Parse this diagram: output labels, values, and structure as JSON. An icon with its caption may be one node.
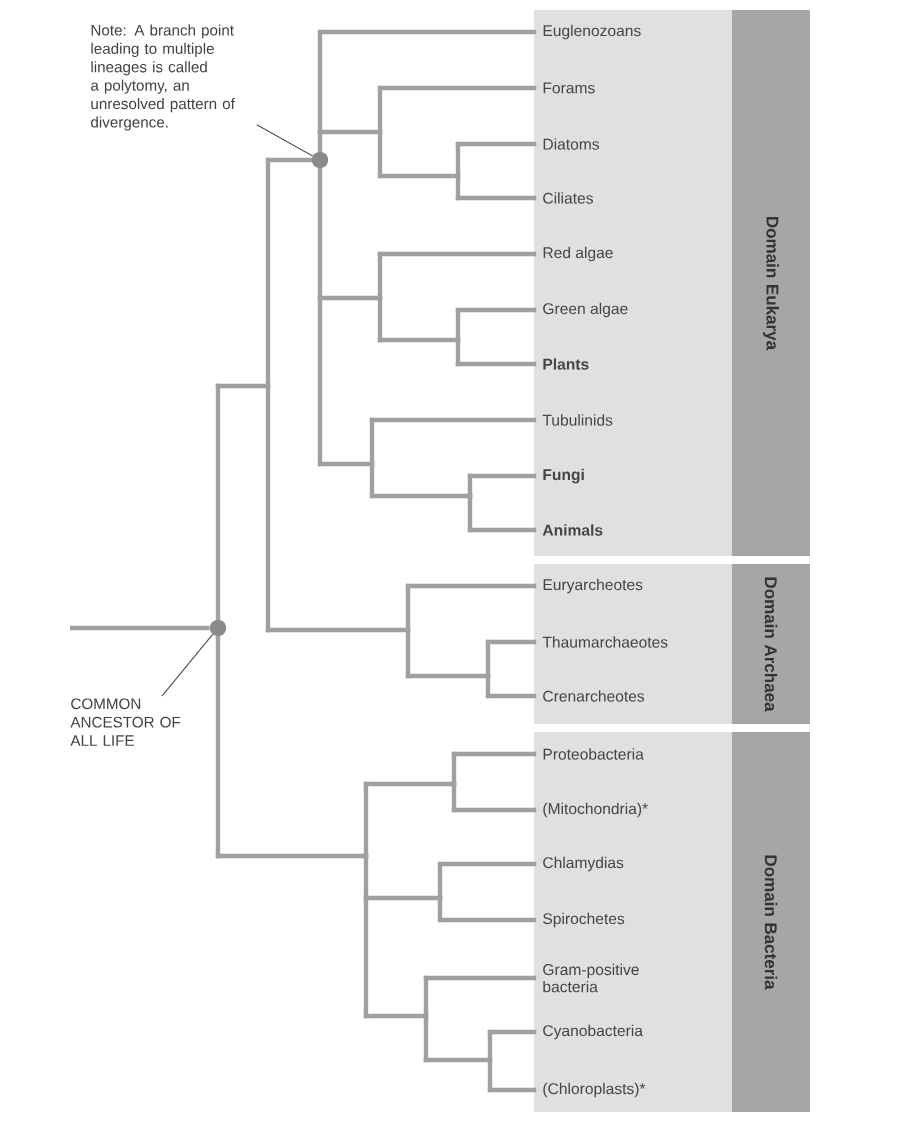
{
  "diagram": {
    "nodes": [
      {
        "text": [
          "Note: A branch point leading to multiple lineages is called a polytomy, an unresolved pattern of divergence."
        ]
      },
      {
        "text": [
          "Domain Eukarya"
        ]
      },
      {
        "text": [
          "Euglenozoans"
        ],
        "in": 1
      },
      {
        "text": [
          "Forams"
        ],
        "in": 1
      },
      {
        "text": [
          "Diatoms"
        ],
        "in": 1
      },
      {
        "text": [
          "Ciliates"
        ],
        "in": 1
      },
      {
        "text": [
          "Red algae"
        ],
        "in": 1
      },
      {
        "text": [
          "Green algae"
        ],
        "in": 1
      },
      {
        "text": [
          "Plants"
        ],
        "in": 1
      },
      {
        "text": [
          "Tubulinids"
        ],
        "in": 1
      },
      {
        "text": [
          "Fungi"
        ],
        "in": 1
      },
      {
        "text": [
          "Animals"
        ],
        "in": 1
      },
      {
        "text": [
          "Domain Archaea"
        ]
      },
      {
        "text": [
          "Euryarcheotes"
        ],
        "in": 12
      },
      {
        "text": [
          "Thaumarchaeotes"
        ],
        "in": 12
      },
      {
        "text": [
          "Crenarcheotes"
        ],
        "in": 12
      },
      {
        "text": [
          "Domain Bacteria"
        ]
      },
      {
        "text": [
          "Proteobacteria"
        ],
        "in": 16
      },
      {
        "text": [
          "(Mitochondria)*"
        ],
        "in": 16
      },
      {
        "text": [
          "Chlamydias"
        ],
        "in": 16
      },
      {
        "text": [
          "Spirochetes"
        ],
        "in": 16
      },
      {
        "text": [
          "Gram-positive bacteria"
        ],
        "in": 16
      },
      {
        "text": [
          "Cyanobacteria"
        ],
        "in": 16
      },
      {
        "text": [
          "(Chloroplasts)*"
        ],
        "in": 16
      },
      {
        "text": [
          "COMMON ANCESTOR OF ALL LIFE"
        ]
      },
      {
        "text": [],
        "shape": "circle"
      },
      {
        "text": [],
        "shape": "circle"
      }
    ],
    "edges": [
      {
        "from": null,
        "to": 26,
        "arrow": "none"
      },
      {
        "from": 26,
        "to": 25,
        "arrow": "none"
      },
      {
        "from": 25,
        "to": 2,
        "arrow": "none"
      },
      {
        "from": 25,
        "to": 3,
        "arrow": "none"
      },
      {
        "from": 25,
        "to": 4,
        "arrow": "none"
      },
      {
        "from": 25,
        "to": 5,
        "arrow": "none"
      },
      {
        "from": 25,
        "to": 6,
        "arrow": "none"
      },
      {
        "from": 25,
        "to": 7,
        "arrow": "none"
      },
      {
        "from": 25,
        "to": 8,
        "arrow": "none"
      },
      {
        "from": 25,
        "to": 9,
        "arrow": "none"
      },
      {
        "from": 25,
        "to": 10,
        "arrow": "none"
      },
      {
        "from": 25,
        "to": 11,
        "arrow": "none"
      },
      {
        "from": 26,
        "to": 13,
        "arrow": "none"
      },
      {
        "from": 26,
        "to": 14,
        "arrow": "none"
      },
      {
        "from": 26,
        "to": 15,
        "arrow": "none"
      },
      {
        "from": 26,
        "to": 17,
        "arrow": "none"
      },
      {
        "from": 26,
        "to": 18,
        "arrow": "none"
      },
      {
        "from": 26,
        "to": 19,
        "arrow": "none"
      },
      {
        "from": 26,
        "to": 20,
        "arrow": "none"
      },
      {
        "from": 26,
        "to": 21,
        "arrow": "none"
      },
      {
        "from": 26,
        "to": 22,
        "arrow": "none"
      },
      {
        "from": 26,
        "to": 23,
        "arrow": "none"
      },
      {
        "from": 0,
        "to": 25,
        "arrow": "none",
        "color": "#555555"
      },
      {
        "from": 24,
        "to": 26,
        "arrow": "none",
        "color": "#555555"
      }
    ]
  }
}
